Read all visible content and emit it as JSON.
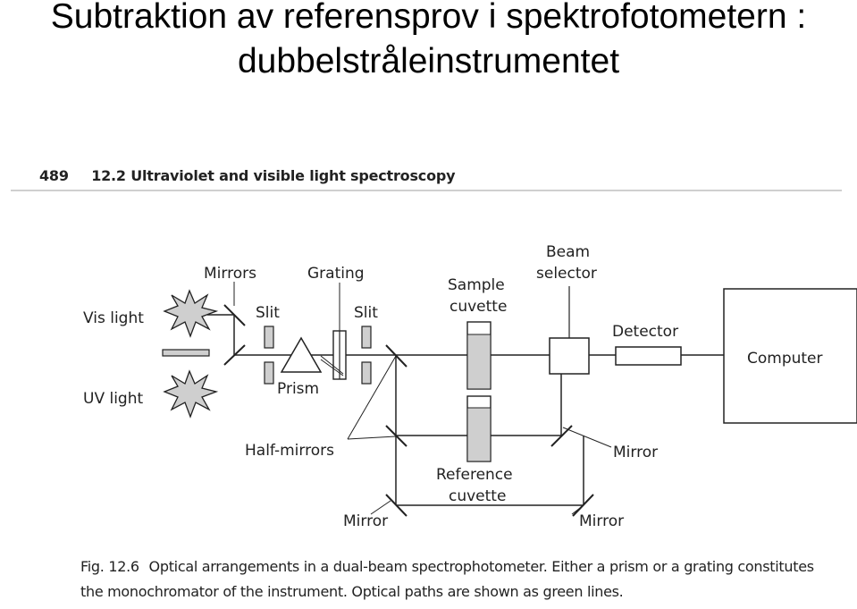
{
  "slide": {
    "title_line1": "Subtraktion av referensprov i spektrofotometern :",
    "title_line2": "dubbelstråleinstrumentet"
  },
  "book_header": {
    "page_number": "489",
    "section": "12.2 Ultraviolet and visible light spectroscopy"
  },
  "diagram_labels": {
    "vis_light": "Vis light",
    "uv_light": "UV light",
    "mirrors": "Mirrors",
    "grating": "Grating",
    "slit_left": "Slit",
    "slit_right": "Slit",
    "prism": "Prism",
    "sample_cuvette_line1": "Sample",
    "sample_cuvette_line2": "cuvette",
    "beam_selector_line1": "Beam",
    "beam_selector_line2": "selector",
    "detector": "Detector",
    "computer": "Computer",
    "half_mirrors": "Half-mirrors",
    "reference_cuvette_line1": "Reference",
    "reference_cuvette_line2": "cuvette",
    "mirror_bottom_left": "Mirror",
    "mirror_bottom_right": "Mirror",
    "mirror_right": "Mirror"
  },
  "caption": {
    "figure_number": "Fig. 12.6",
    "text": "Optical arrangements in a dual-beam spectrophotometer. Either a prism or a grating constitutes the monochromator of the instrument. Optical paths are shown as green lines."
  }
}
